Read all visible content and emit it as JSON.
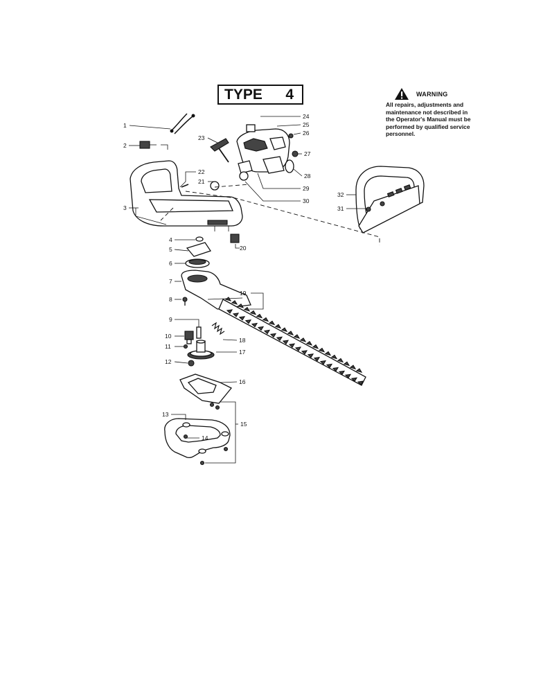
{
  "header": {
    "type_label": "TYPE",
    "type_number": "4"
  },
  "warning": {
    "title": "WARNING",
    "lines": [
      "All repairs, adjustments and",
      "maintenance not described in",
      "the Operator's Manual must be",
      "performed by qualified service",
      "personnel."
    ]
  },
  "callouts": {
    "c1": "1",
    "c2": "2",
    "c3": "3",
    "c4": "4",
    "c5": "5",
    "c6": "6",
    "c7": "7",
    "c8": "8",
    "c9": "9",
    "c10": "10",
    "c11": "11",
    "c12": "12",
    "c13": "13",
    "c14": "14",
    "c15": "15",
    "c16": "16",
    "c17": "17",
    "c18": "18",
    "c19": "19",
    "c20": "20",
    "c21": "21",
    "c22": "22",
    "c23": "23",
    "c24": "24",
    "c25": "25",
    "c26": "26",
    "c27": "27",
    "c28": "28",
    "c29": "29",
    "c30": "30",
    "c31": "31",
    "c32": "32"
  },
  "colors": {
    "ink": "#111111",
    "background": "#ffffff"
  }
}
